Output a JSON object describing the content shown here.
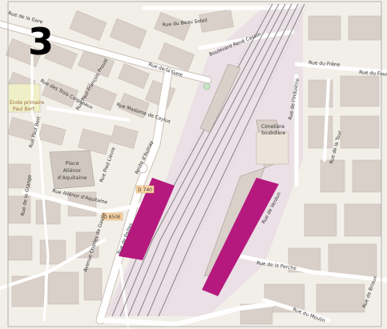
{
  "map": {
    "badge_number": "3",
    "place_label_line1": "Place",
    "place_label_line2": "Aliénor",
    "place_label_line3": "d'Aquitaine",
    "school_label_line1": "École primaire",
    "school_label_line2": "Paul Bert",
    "cemetery_label_line1": "Cimetière",
    "cemetery_label_line2": "Soubdiere",
    "route_d740": "D 740",
    "route_d850e": "D 850E",
    "colors": {
      "background": "#f2efe9",
      "building": "#d9d0c9",
      "building_stroke": "#c4b6ab",
      "road": "#ffffff",
      "railway": "#8a8a8a",
      "railway_area": "#ebdbe8",
      "highlight": "#b5197e",
      "secondary_road": "#f7fabf",
      "border": "#b0b0b0"
    },
    "streets": {
      "rue_de_la_gare_top": "Rue de la Gare",
      "rue_du_beau_soleil": "Rue du Beau Soleil",
      "boulevard_rene_cassin": "Boulevard René Cassin",
      "rue_de_la_gare": "Rue de la Gare",
      "rue_des_trois_coigneaux": "Rue des Trois Coigneaux",
      "rue_paul_francois_proust": "Rue Paul-François Proust",
      "rue_madame_de_caylus": "Rue Madame de Caylus",
      "rue_de_l_industrie": "Rue de l'Industrie",
      "rue_du_frene": "Rue du Frêne",
      "rue_du_four": "Rue du Four",
      "rue_de_la_tour": "Rue de la Tour",
      "rue_paul_bert": "Rue Paul Bert",
      "rue_alienor_d_aquitaine": "Rue Aliénor d'Aquitaine",
      "rue_pied_lievre": "Rue Pied Lièvre",
      "avenue_charles_de_gaulle": "Avenue Charles de Gaulle",
      "rue_de_la_perche": "Rue de la Perche",
      "rue_de_la_grange": "Rue de la Grange",
      "rue_de_verdun": "Rue de Verdun",
      "rue_de_moulin": "Rue du Moulin",
      "rue_de_brioux": "Rue de Brioux",
      "route_d_aulnay": "Route d'Aulnay",
      "rue_de_pailles": "Rue de Pailles"
    }
  }
}
